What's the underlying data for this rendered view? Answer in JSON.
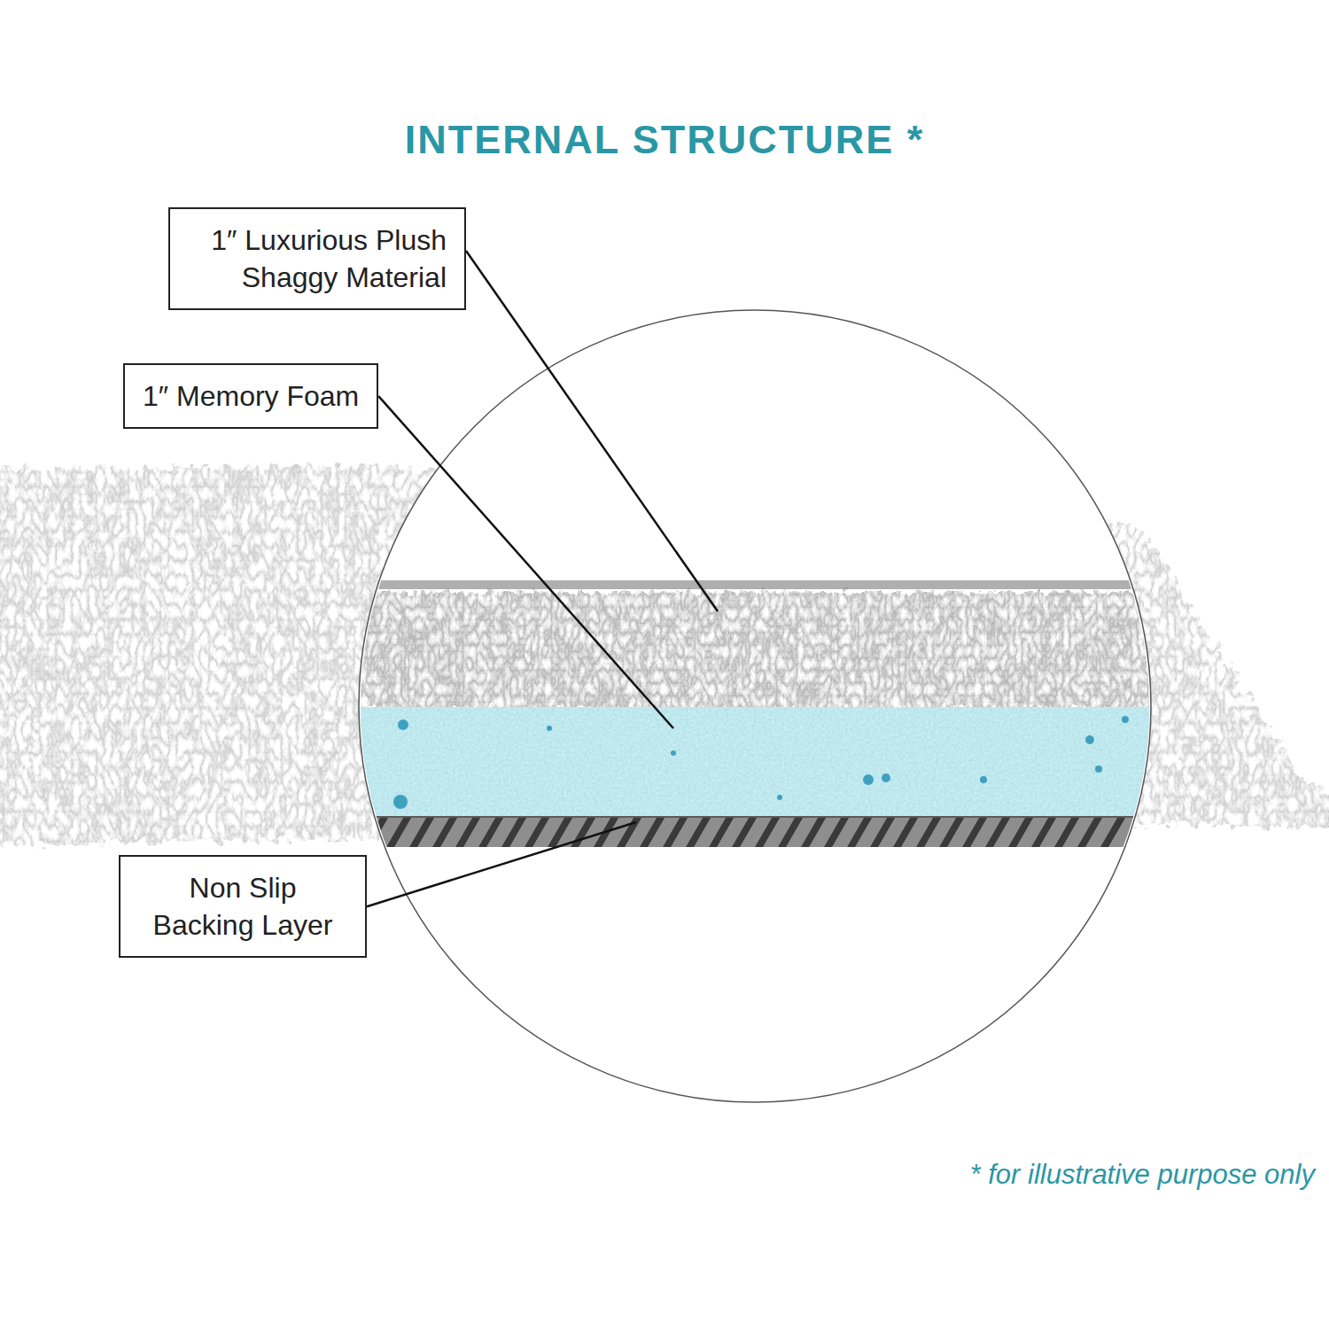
{
  "diagram": {
    "title": "INTERNAL STRUCTURE *",
    "caption": "* for illustrative purpose only",
    "nodes": [
      {
        "text": [
          "1″ Luxurious Plush Shaggy Material"
        ]
      },
      {
        "text": [
          "1″ Memory Foam"
        ]
      },
      {
        "text": [
          "Non Slip Backing Layer"
        ]
      }
    ]
  }
}
